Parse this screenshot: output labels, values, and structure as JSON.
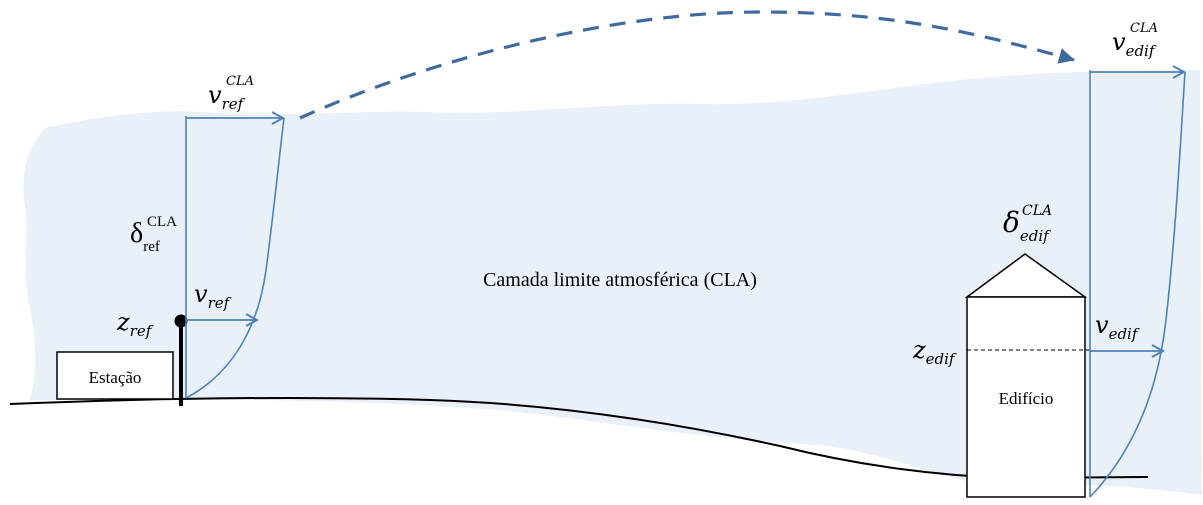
{
  "colors": {
    "region_fill": "#e9f0f8",
    "arrow": "#4f81bd",
    "dashed_arrow": "#3f6a9e",
    "outline": "#000000"
  },
  "labels": {
    "station": "Estação",
    "building": "Edifício",
    "region": "Camada limite atmosférica (CLA)"
  },
  "symbols": {
    "v_ref_cla": {
      "base": "v",
      "sub": "ref",
      "sup": "CLA"
    },
    "delta_ref_cla": {
      "base": "δ",
      "sub": "ref",
      "sup": "CLA"
    },
    "v_ref": {
      "base": "v",
      "sub": "ref"
    },
    "z_ref": {
      "base": "z",
      "sub": "ref"
    },
    "v_edif_cla": {
      "base": "v",
      "sub": "edif",
      "sup": "CLA"
    },
    "delta_edif_cla": {
      "base": "δ",
      "sub": "edif",
      "sup": "CLA"
    },
    "v_edif": {
      "base": "v",
      "sub": "edif"
    },
    "z_edif": {
      "base": "z",
      "sub": "edif"
    }
  }
}
